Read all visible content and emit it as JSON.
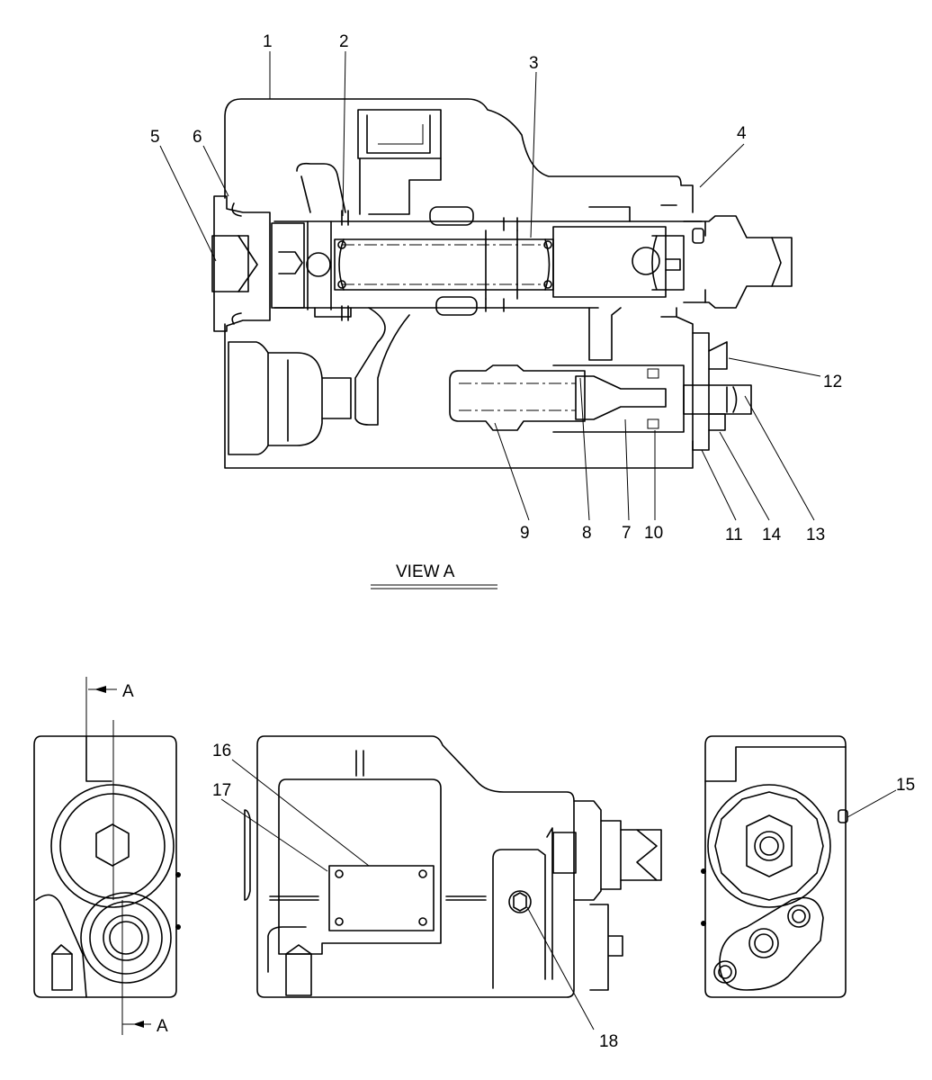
{
  "view_title": "VIEW A",
  "section_marker": "A",
  "callouts": [
    {
      "id": "c1",
      "text": "1"
    },
    {
      "id": "c2",
      "text": "2"
    },
    {
      "id": "c3",
      "text": "3"
    },
    {
      "id": "c4",
      "text": "4"
    },
    {
      "id": "c5",
      "text": "5"
    },
    {
      "id": "c6",
      "text": "6"
    },
    {
      "id": "c7",
      "text": "7"
    },
    {
      "id": "c8",
      "text": "8"
    },
    {
      "id": "c9",
      "text": "9"
    },
    {
      "id": "c10",
      "text": "10"
    },
    {
      "id": "c11",
      "text": "11"
    },
    {
      "id": "c12",
      "text": "12"
    },
    {
      "id": "c13",
      "text": "13"
    },
    {
      "id": "c14",
      "text": "14"
    },
    {
      "id": "c15",
      "text": "15"
    },
    {
      "id": "c16",
      "text": "16"
    },
    {
      "id": "c17",
      "text": "17"
    },
    {
      "id": "c18",
      "text": "18"
    }
  ]
}
